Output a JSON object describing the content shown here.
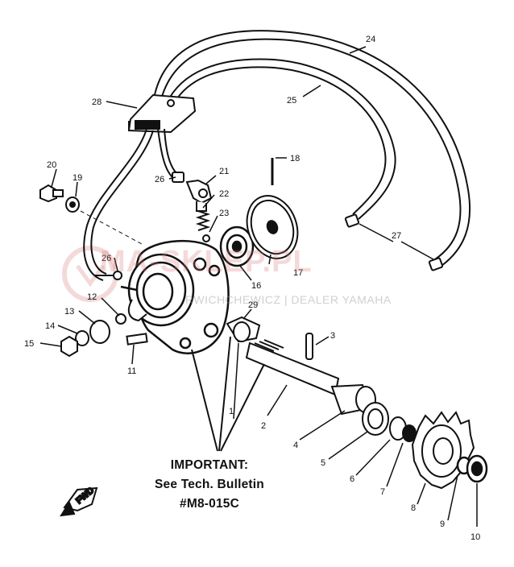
{
  "parts": {
    "p1": "1",
    "p2": "2",
    "p3": "3",
    "p4": "4",
    "p5": "5",
    "p6": "6",
    "p7": "7",
    "p8": "8",
    "p9": "9",
    "p10": "10",
    "p11": "11",
    "p12": "12",
    "p13": "13",
    "p14": "14",
    "p15": "15",
    "p16": "16",
    "p17": "17",
    "p18": "18",
    "p19": "19",
    "p20": "20",
    "p21": "21",
    "p22": "22",
    "p23": "23",
    "p24": "24",
    "p25": "25",
    "p26a": "26",
    "p26b": "26",
    "p27": "27",
    "p28": "28",
    "p29": "29"
  },
  "note": {
    "line1": "IMPORTANT:",
    "line2": "See Tech. Bulletin",
    "line3": "#M8-015C"
  },
  "watermark": {
    "main": "MA-SKLEP.PL",
    "sub": "RWICHCHEWICZ | DEALER YAMAHA"
  },
  "fwd_label": "FWD",
  "colors": {
    "ink": "#111111",
    "watermark_red": "#d67878",
    "watermark_gray": "#969696"
  }
}
